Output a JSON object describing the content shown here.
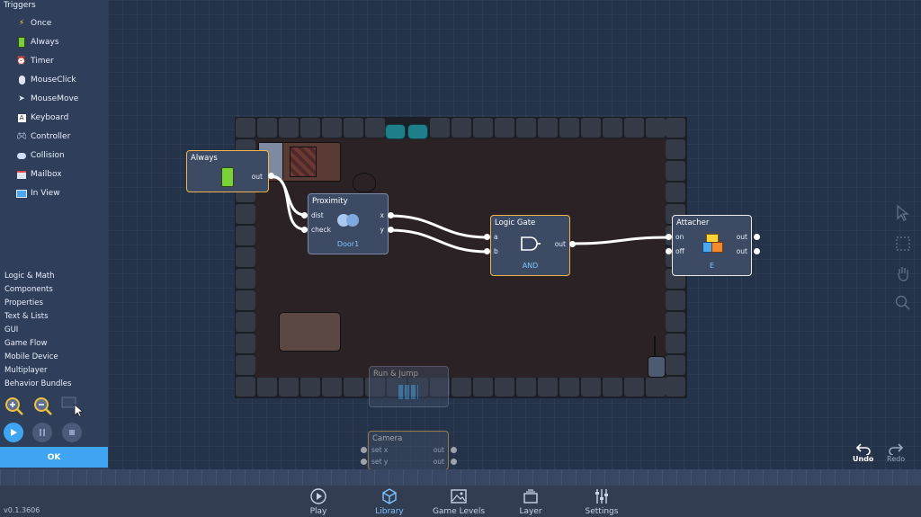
{
  "sidebar": {
    "header": "Triggers",
    "triggers": [
      {
        "label": "Once",
        "icon": "lightning-icon"
      },
      {
        "label": "Always",
        "icon": "battery-icon"
      },
      {
        "label": "Timer",
        "icon": "alarm-clock-icon"
      },
      {
        "label": "MouseClick",
        "icon": "mouse-icon"
      },
      {
        "label": "MouseMove",
        "icon": "cursor-icon"
      },
      {
        "label": "Keyboard",
        "icon": "keyboard-key-icon"
      },
      {
        "label": "Controller",
        "icon": "gamepad-icon"
      },
      {
        "label": "Collision",
        "icon": "collision-icon"
      },
      {
        "label": "Mailbox",
        "icon": "mailbox-icon"
      },
      {
        "label": "In View",
        "icon": "monitor-icon"
      }
    ],
    "categories": [
      "Logic & Math",
      "Components",
      "Properties",
      "Text & Lists",
      "GUI",
      "Game Flow",
      "Mobile Device",
      "Multiplayer",
      "Behavior Bundles"
    ],
    "ok_label": "OK"
  },
  "nodes": {
    "always": {
      "title": "Always",
      "out": "out"
    },
    "proximity": {
      "title": "Proximity",
      "in1": "dist",
      "in2": "check",
      "out1": "x",
      "out2": "y",
      "target": "Door1"
    },
    "logic_gate": {
      "title": "Logic Gate",
      "in1": "a",
      "in2": "b",
      "out": "out",
      "mode": "AND"
    },
    "attacher": {
      "title": "Attacher",
      "in1": "on",
      "in2": "off",
      "out1": "out",
      "out2": "out",
      "target": "E"
    },
    "run_jump": {
      "title": "Run & Jump"
    },
    "camera": {
      "title": "Camera",
      "in1": "set x",
      "in2": "set y",
      "out1": "out",
      "out2": "out"
    }
  },
  "history": {
    "undo": "Undo",
    "redo": "Redo"
  },
  "toolbar": {
    "play": "Play",
    "library": "Library",
    "game_levels": "Game Levels",
    "layer": "Layer",
    "settings": "Settings"
  },
  "version": "v0.1.3606",
  "colors": {
    "accent": "#3fa5f2",
    "node_selected": "#f0b44a",
    "node_border": "#7a8aa8",
    "panel": "#2f3f5a"
  }
}
